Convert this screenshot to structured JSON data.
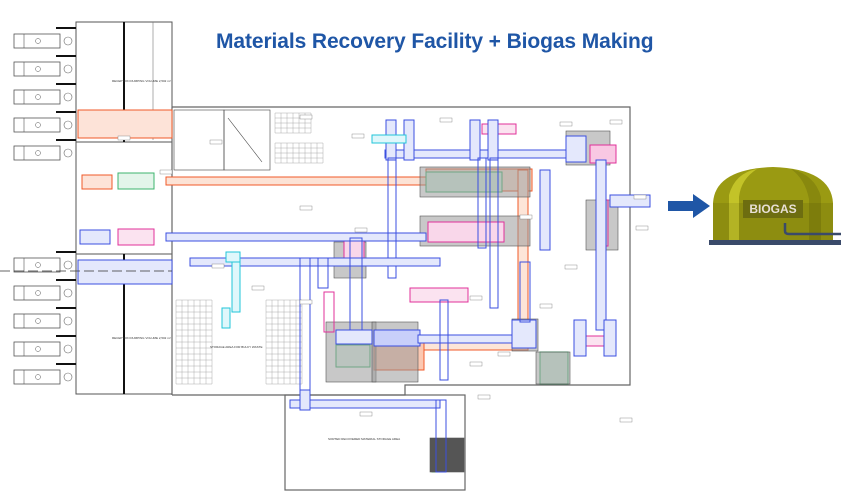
{
  "title": "Materials Recovery Facility + Biogas Making",
  "biogas_tank": {
    "label": "BIOGAS"
  },
  "colors": {
    "title": "#1f56a6",
    "arrow": "#1f56a6",
    "tank_body": "#9a9a12",
    "tank_highlight": "#c3c328",
    "tank_shadow": "#76760c",
    "tank_base": "#3a4a6a",
    "conveyor_blue": "#3b4fe0",
    "conveyor_red": "#f05a28",
    "conveyor_green": "#3cb46e",
    "conveyor_magenta": "#e0309a",
    "conveyor_cyan": "#22c6d8",
    "equipment_gray": "#8a8a8a"
  },
  "floor_plan": {
    "upper_hall_note": "RECEPTION DUMPING VOLUME 2,502 m³",
    "lower_hall_note": "RECEPTION DUMPING VOLUME 2,502 m³",
    "storage_area_note": "STORAGE AREA FOR BULKY WASTE",
    "bunker_note": "SORTED RECOVERED MATERIAL STORAGE AREA",
    "truck_bays": 10
  },
  "flow_arrow": {
    "direction": "right",
    "target": "biogas-tank"
  }
}
